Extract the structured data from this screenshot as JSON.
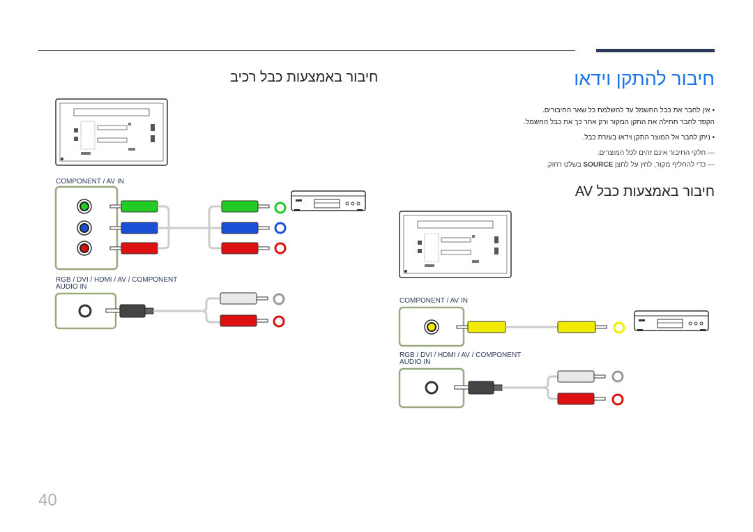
{
  "header": {
    "main_title": "חיבור להתקן וידאו",
    "left_subtitle": "חיבור באמצעות כבל רכיב",
    "av_subtitle": "חיבור באמצעות כבל AV"
  },
  "instructions": {
    "bullet1": "• אין לחבר את כבל החשמל עד להשלמת כל שאר החיבורים.",
    "bullet1_cont": "הקפד לחבר תחילה את התקן המקור ורק אחר כך את כבל החשמל.",
    "bullet2": "• ניתן לחבר אל המוצר התקן וידאו בעזרת כבל.",
    "note1": "― חלקי החיבור אינם זהים לכל המוצרים.",
    "note2_pre": "― כדי להחליף מקור, לחץ על לחצן ",
    "note2_key": "SOURCE",
    "note2_post": " בשלט רחוק."
  },
  "left_diagram": {
    "component_label": "COMPONENT / AV IN",
    "audio_label_line1": "RGB / DVI / HDMI / AV / COMPONENT",
    "audio_label_line2": "AUDIO IN"
  },
  "right_diagram": {
    "component_label": "COMPONENT / AV IN",
    "audio_label_line1": "RGB / DVI / HDMI / AV / COMPONENT",
    "audio_label_line2": "AUDIO IN"
  },
  "footer": {
    "page_number": "40"
  },
  "colors": {
    "title_blue": "#1a73e8",
    "label_navy": "#2b3a5c",
    "panel_border": "#9aaa80",
    "green": "#22cc22",
    "blue": "#1a4fd6",
    "red": "#dd1111",
    "yellow": "#f2ea00",
    "white_plug": "#e8e8e8"
  },
  "icons": [
    "monitor-rear-icon",
    "player-device-icon",
    "rca-plug-icon",
    "mini-jack-icon",
    "rca-jack-icon"
  ]
}
